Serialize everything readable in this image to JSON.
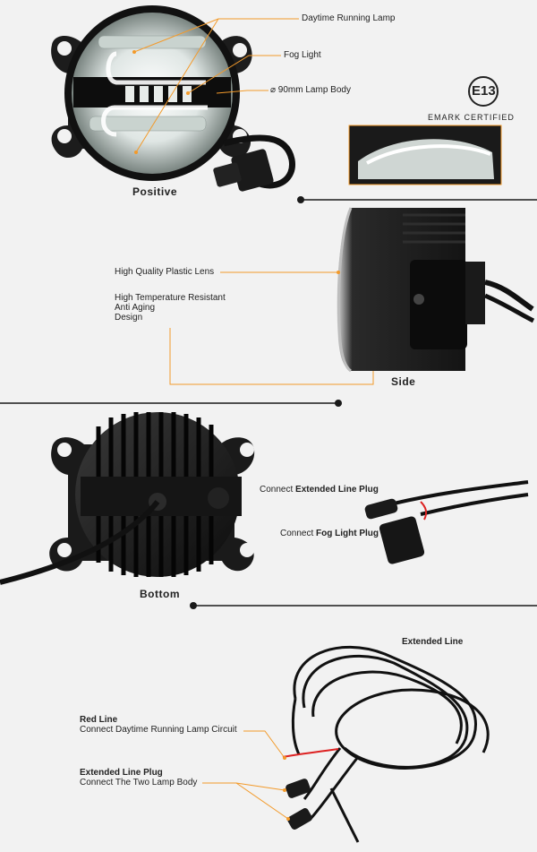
{
  "sections": {
    "positive": {
      "title": "Positive",
      "callouts": {
        "drl": "Daytime Running Lamp",
        "fog": "Fog Light",
        "body": "⌀ 90mm Lamp Body"
      },
      "certification": {
        "badge": "E13",
        "label": "EMARK CERTIFIED"
      }
    },
    "side": {
      "title": "Side",
      "callouts": {
        "lens": "High Quality Plastic Lens",
        "resistant_1": "High Temperature Resistant",
        "resistant_2": "Anti Aging",
        "resistant_3": "Design"
      }
    },
    "bottom": {
      "title": "Bottom",
      "callouts": {
        "ext_prefix": "Connect ",
        "ext_bold": "Extended Line Plug",
        "fog_prefix": "Connect ",
        "fog_bold": "Fog Light Plug"
      }
    },
    "extended": {
      "title": "Extended Line",
      "callouts": {
        "red_title": "Red Line",
        "red_desc": "Connect Daytime Running Lamp Circuit",
        "plug_title": "Extended Line Plug",
        "plug_desc": "Connect The Two Lamp Body"
      }
    }
  },
  "colors": {
    "accent": "#f39a2a",
    "divider": "#1a1a1a",
    "background": "#f2f2f2"
  }
}
